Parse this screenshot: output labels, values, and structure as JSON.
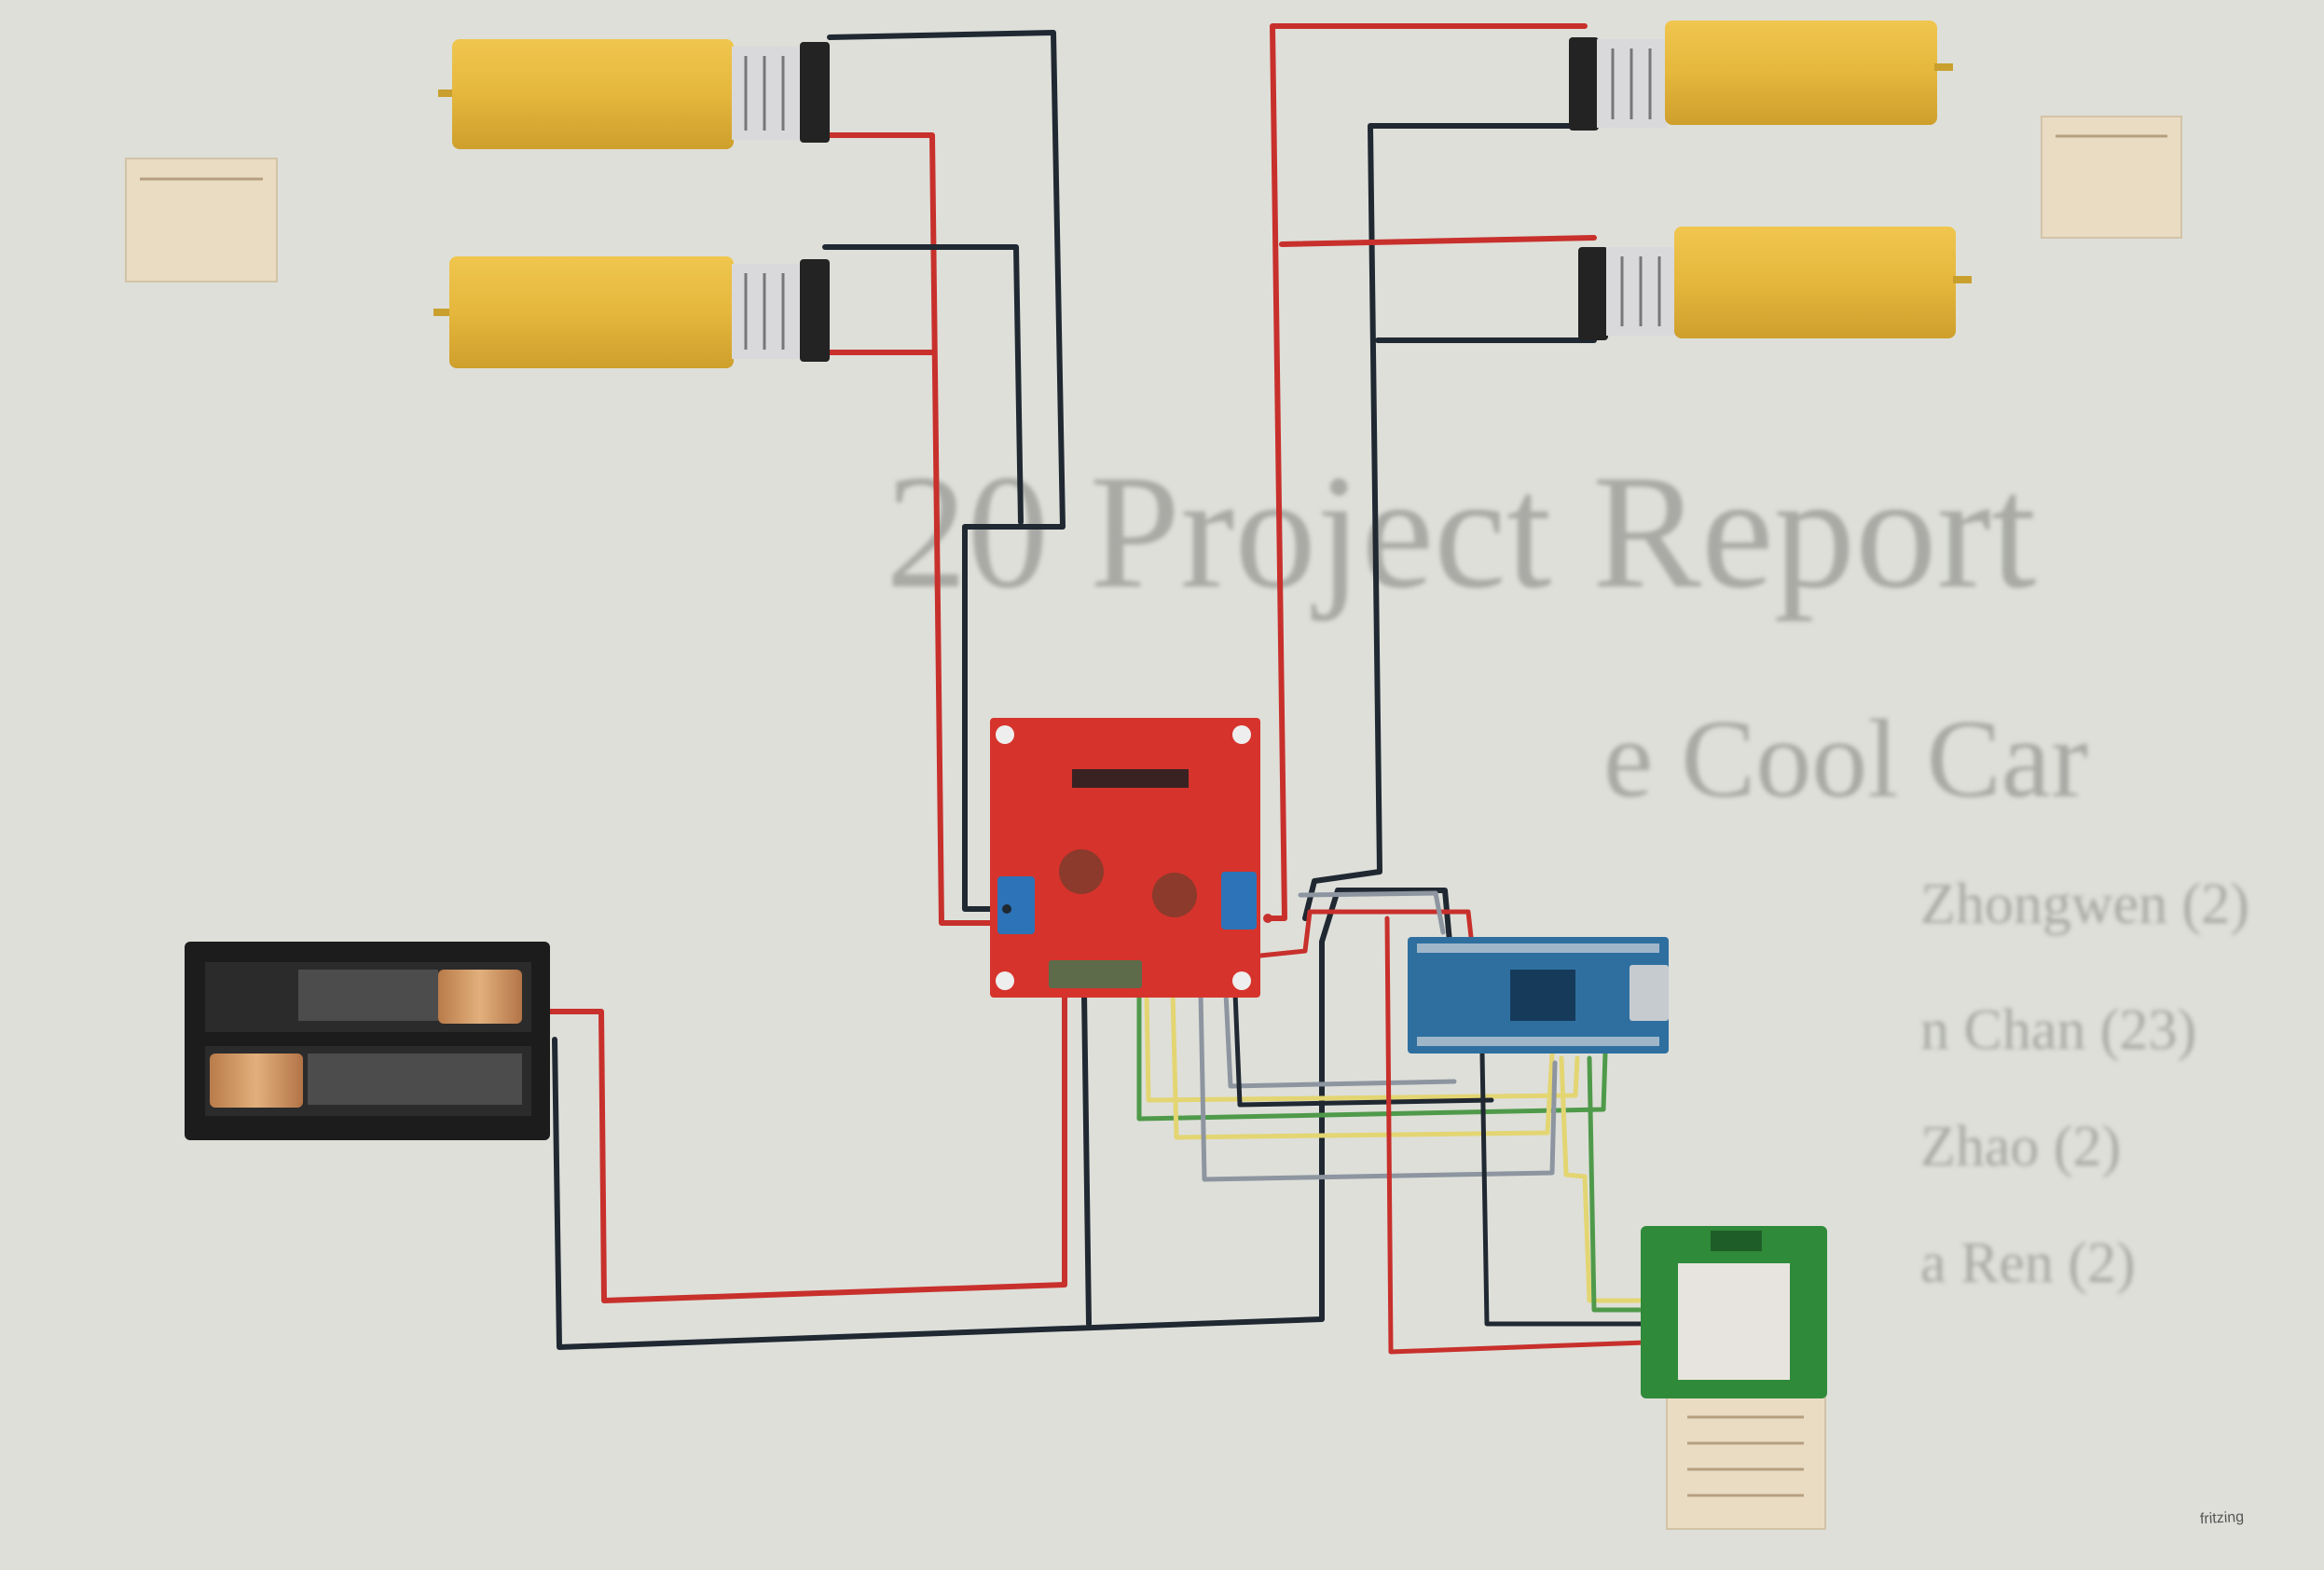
{
  "background_text": {
    "title": "20 Project Report",
    "subtitle": "e Cool Car",
    "lines": [
      "Zhongwen (2)",
      "n Chan (23)",
      "Zhao (2)",
      "a Ren (2)"
    ]
  },
  "footer_mark": "fritzing",
  "components": {
    "motor_top_left": "DC motor",
    "motor_mid_left": "DC motor",
    "motor_top_right": "DC motor",
    "motor_mid_right": "DC motor",
    "battery": "battery holder",
    "motor_driver": "L298N driver board",
    "microcontroller": "Arduino Nano",
    "sensor": "ultrasonic sensor module"
  },
  "colors": {
    "background": "#dedfd9",
    "motor_body": "#e5b73c",
    "driver_board": "#d6332c",
    "arduino_board": "#2e6fa0",
    "sensor_pcb": "#2f8a3a",
    "battery_case": "#1c1c1c",
    "wire_red": "#c8302c",
    "wire_black": "#202832",
    "wire_yellow": "#e3d572",
    "wire_green": "#4f9a4a",
    "wire_gray": "#8d95a0"
  }
}
